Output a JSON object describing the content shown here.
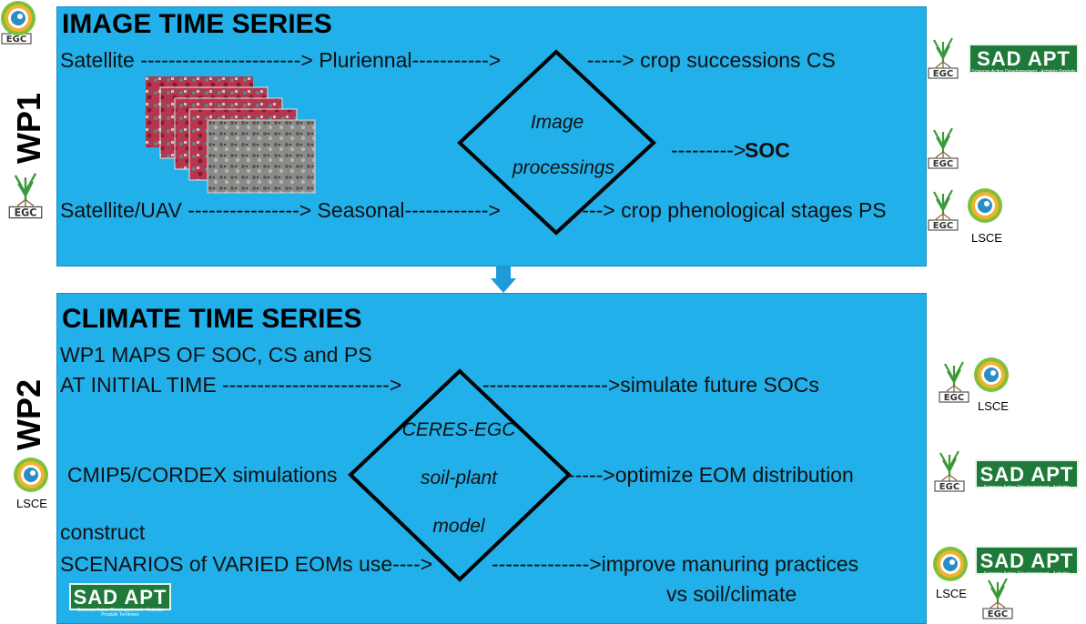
{
  "wp1": {
    "side_label": "WP1",
    "title": "IMAGE TIME SERIES",
    "row1_left": "Satellite -----------------------> Pluriennal----------->",
    "row1_right": "-----> crop successions CS",
    "row3_left": "Satellite/UAV ----------------> Seasonal------------>",
    "row3_right": "-----> crop phenological stages PS",
    "soc_arrow": "--------->",
    "soc_label": "SOC",
    "diamond_line1": "Image",
    "diamond_line2": "processings"
  },
  "wp2": {
    "side_label": "WP2",
    "title": "CLIMATE TIME SERIES",
    "line1": "WP1 MAPS OF SOC, CS and PS",
    "line2_left": "AT INITIAL TIME  ------------------------>",
    "line2_right": "------------------>simulate future SOCs",
    "line3_left": "CMIP5/CORDEX simulations",
    "line3_right": "----->optimize EOM distribution",
    "line4": "construct",
    "line5_left": "SCENARIOS of VARIED EOMs use---->",
    "line5_right": "-------------->improve manuring practices",
    "line6": "vs soil/climate",
    "diamond_line1": "CERES-EGC",
    "diamond_line2": "soil-plant",
    "diamond_line3": "model"
  },
  "logos": {
    "egc_text": "EGC",
    "lsce_text": "LSCE",
    "sadapt_text": "SAD APT",
    "sadapt_sub": "Sciences Action Développement · Activités Produits Territoires"
  },
  "colors": {
    "panel": "#22b0ea",
    "arrow": "#1f9ad8",
    "sadapt": "#1f7a3a",
    "egc_red": "#c8332e",
    "egc_green": "#3a9a3a"
  }
}
